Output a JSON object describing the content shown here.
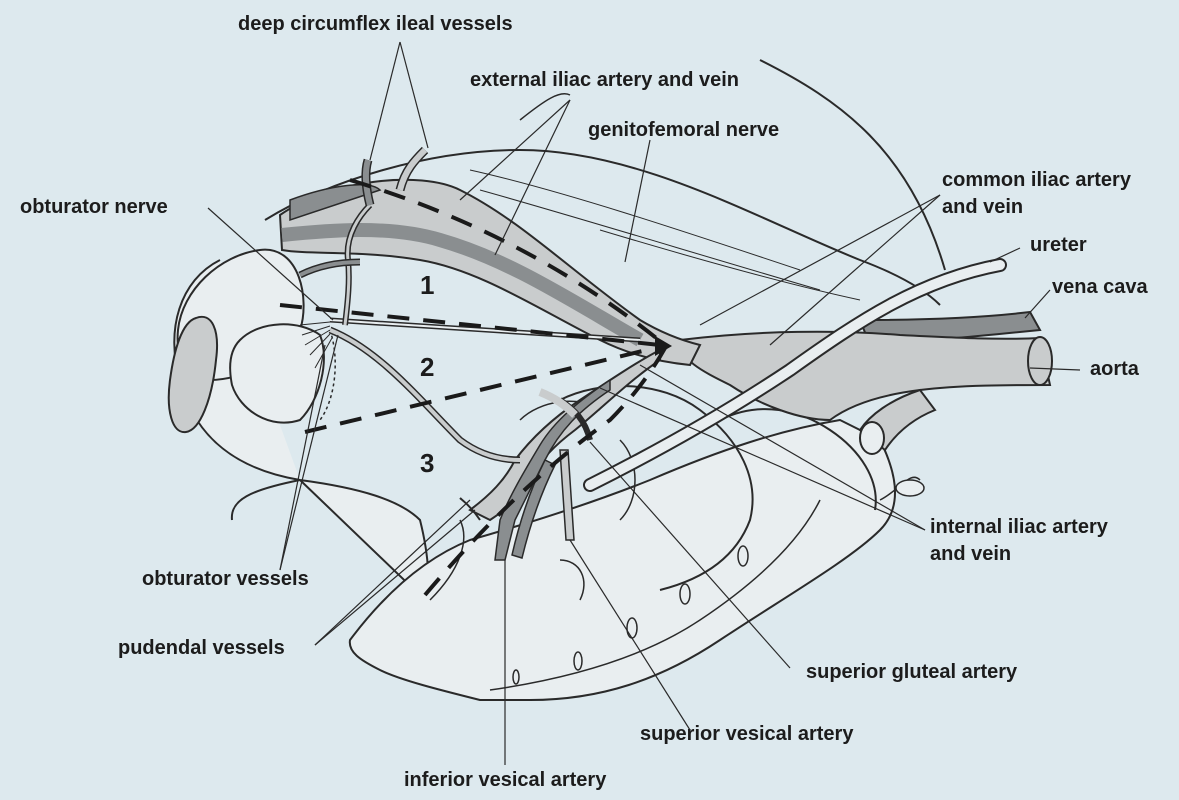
{
  "labels": {
    "deep_circumflex": "deep circumflex ileal vessels",
    "external_iliac": "external iliac artery and vein",
    "genitofemoral": "genitofemoral nerve",
    "obturator_nerve": "obturator nerve",
    "common_iliac_1": "common iliac artery",
    "common_iliac_2": "and vein",
    "ureter": "ureter",
    "vena_cava": "vena cava",
    "aorta": "aorta",
    "internal_iliac_1": "internal iliac artery",
    "internal_iliac_2": "and vein",
    "obturator_vessels": "obturator vessels",
    "pudendal_vessels": "pudendal vessels",
    "superior_gluteal": "superior gluteal artery",
    "superior_vesical": "superior vesical artery",
    "inferior_vesical": "inferior vesical artery"
  },
  "zones": [
    "1",
    "2",
    "3"
  ],
  "colors": {
    "background": "#dde9ee",
    "vessel_light": "#c9cccd",
    "vessel_dark": "#8a8e90",
    "bone_fill": "#e9eef0",
    "outline": "#2a2a2a"
  }
}
